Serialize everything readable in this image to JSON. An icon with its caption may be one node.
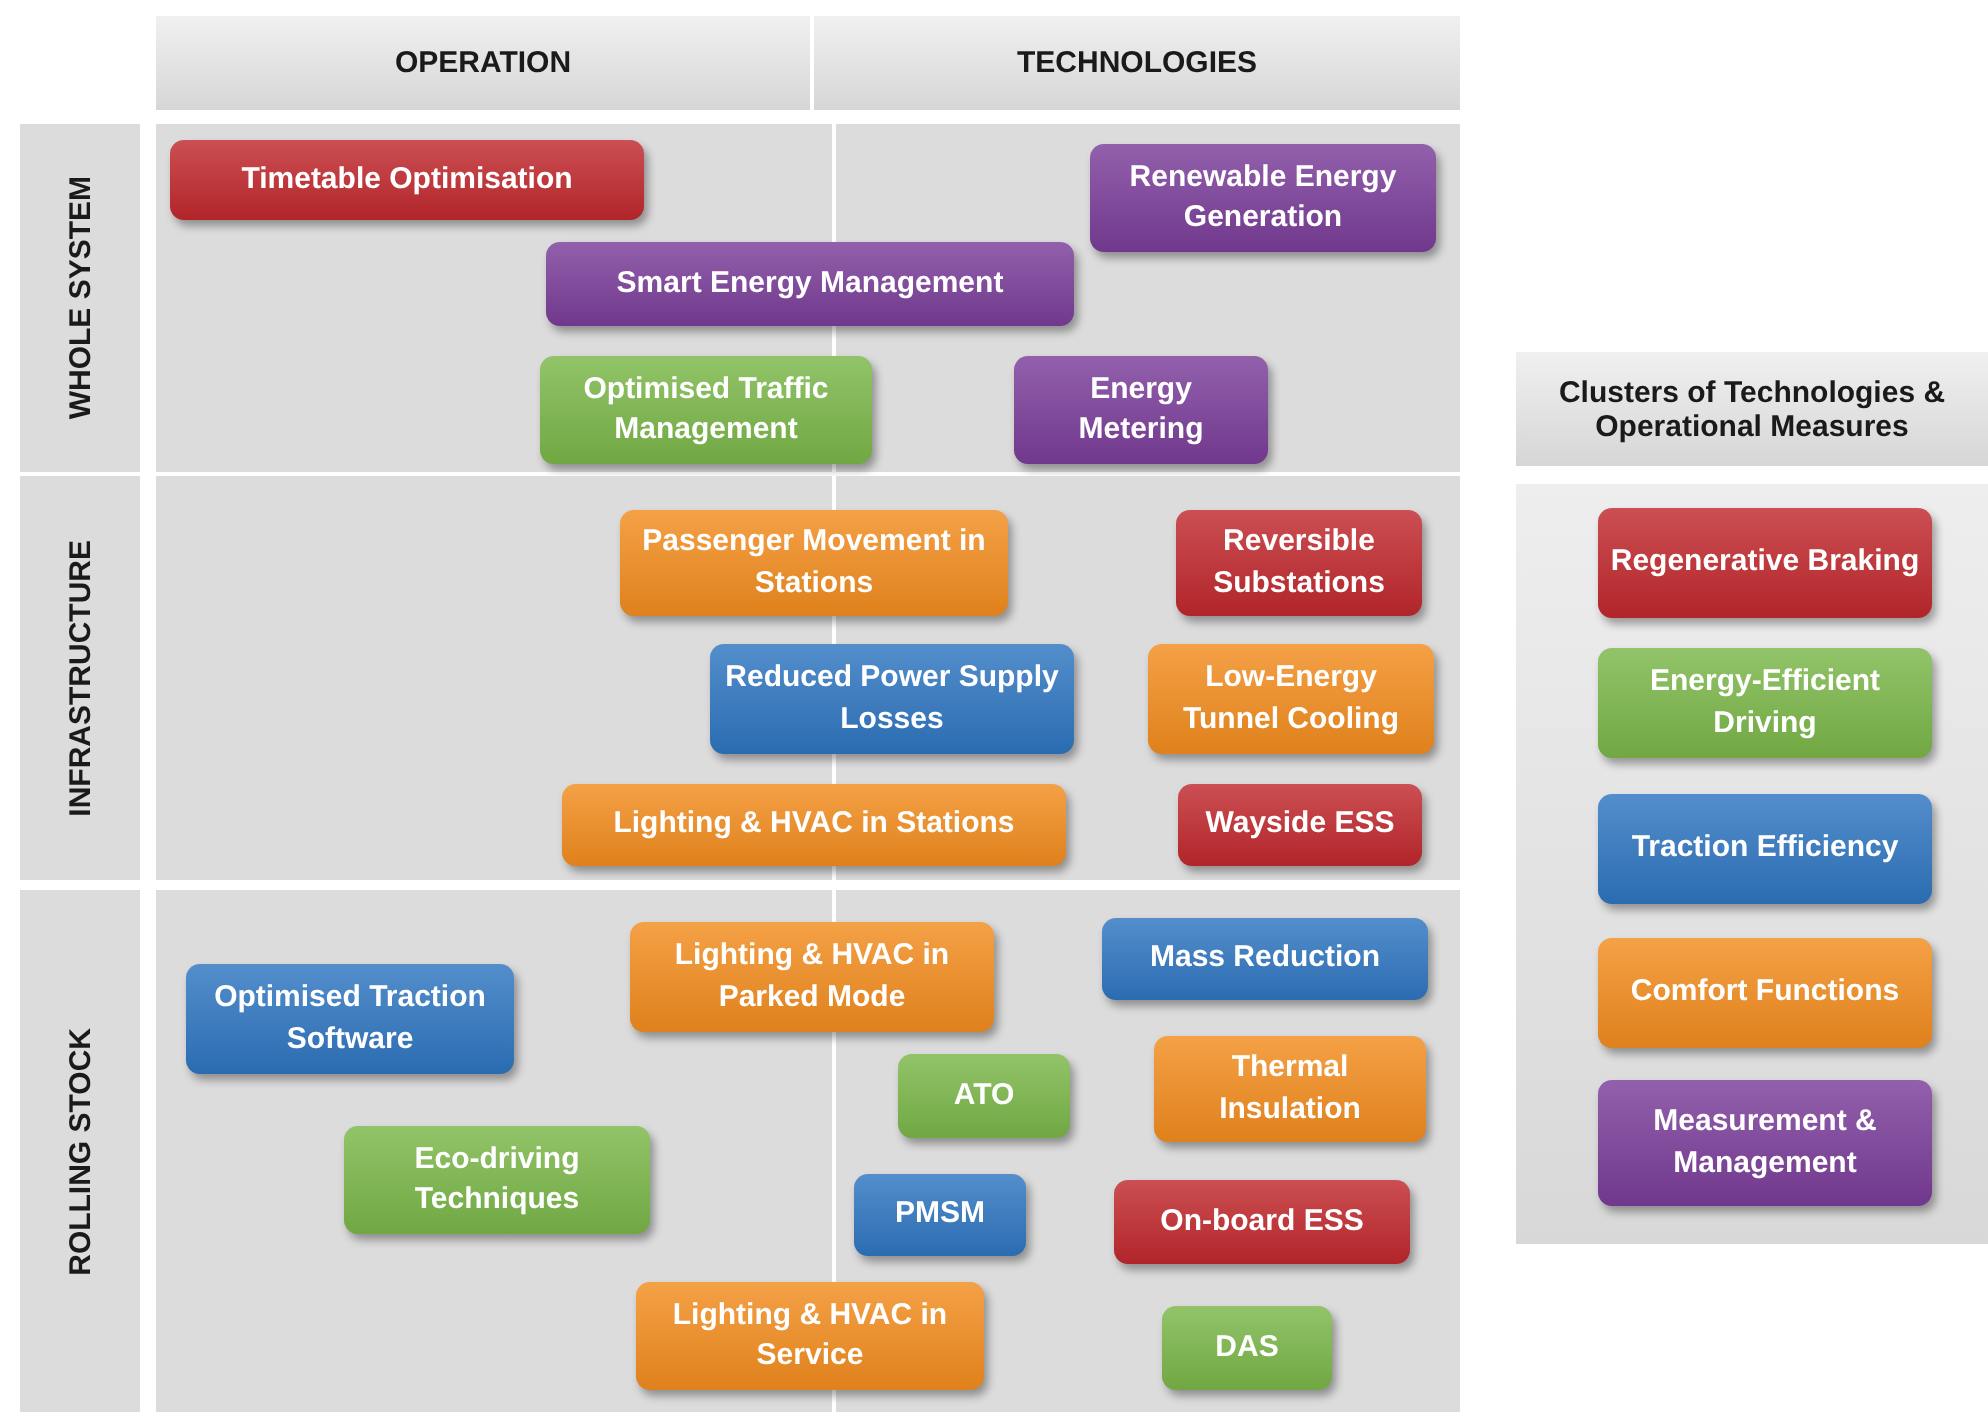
{
  "diagram": {
    "nodes": [
      {
        "text": [
          "OPERATION"
        ]
      },
      {
        "text": [
          "TECHNOLOGIES"
        ]
      },
      {
        "text": [
          "WHOLE SYSTEM"
        ]
      },
      {
        "text": [
          "Timetable Optimisation"
        ],
        "in": 2
      },
      {
        "text": [
          "Renewable Energy Generation"
        ],
        "in": 2
      },
      {
        "text": [
          "Smart Energy Management"
        ],
        "in": 2
      },
      {
        "text": [
          "Optimised Traffic Management"
        ],
        "in": 2
      },
      {
        "text": [
          "Energy Metering"
        ],
        "in": 2
      },
      {
        "text": [
          "INFRASTRUCTURE"
        ]
      },
      {
        "text": [
          "Passenger Movement in Stations"
        ],
        "in": 8
      },
      {
        "text": [
          "Reversible Substations"
        ],
        "in": 8
      },
      {
        "text": [
          "Reduced Power Supply Losses"
        ],
        "in": 8
      },
      {
        "text": [
          "Low-Energy Tunnel Cooling"
        ],
        "in": 8
      },
      {
        "text": [
          "Lighting & HVAC in Stations"
        ],
        "in": 8
      },
      {
        "text": [
          "Wayside ESS"
        ],
        "in": 8
      },
      {
        "text": [
          "ROLLING STOCK"
        ]
      },
      {
        "text": [
          "Mass Reduction"
        ],
        "in": 15
      },
      {
        "text": [
          "Lighting & HVAC in Parked Mode"
        ],
        "in": 15
      },
      {
        "text": [
          "Optimised Traction Software"
        ],
        "in": 15
      },
      {
        "text": [
          "ATO"
        ],
        "in": 15
      },
      {
        "text": [
          "Thermal Insulation"
        ],
        "in": 15
      },
      {
        "text": [
          "Eco-driving Techniques"
        ],
        "in": 15
      },
      {
        "text": [
          "PMSM"
        ],
        "in": 15
      },
      {
        "text": [
          "On-board ESS"
        ],
        "in": 15
      },
      {
        "text": [
          "Lighting & HVAC in Service"
        ],
        "in": 15
      },
      {
        "text": [
          "DAS"
        ],
        "in": 15
      },
      {
        "text": [
          "Clusters of Technologies & Operational Measures"
        ]
      }
    ],
    "legend": [
      {
        "text": "Regenerative Braking",
        "color": "#c0282d"
      },
      {
        "text": "Energy-Efficient Driving",
        "color": "#7ab648"
      },
      {
        "text": "Traction Efficiency",
        "color": "#2e75c0"
      },
      {
        "text": "Comfort Functions",
        "color": "#f28c1e"
      },
      {
        "text": "Measurement & Management",
        "color": "#7a3d99"
      }
    ]
  }
}
